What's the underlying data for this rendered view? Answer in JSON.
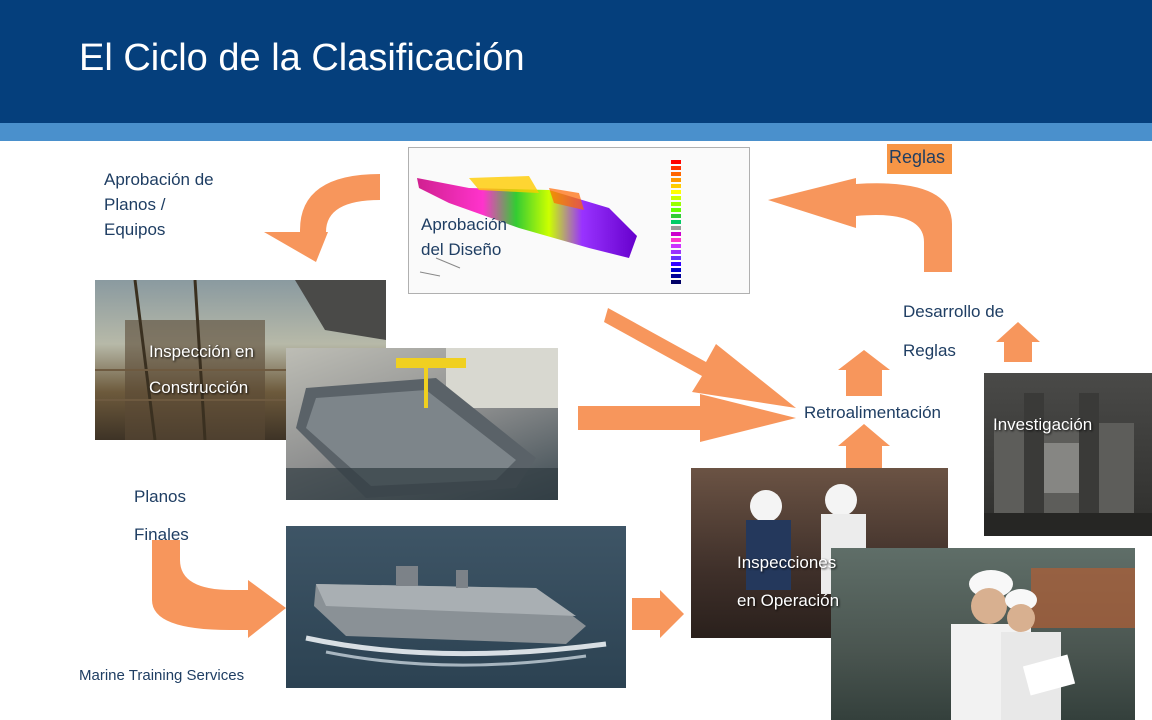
{
  "title": "El Ciclo de la Clasificación",
  "footer": "Marine Training Services",
  "labels": {
    "aprobacion_planos": [
      "Aprobación de",
      "Planos /",
      "Equipos"
    ],
    "aprobacion_diseno": [
      "Aprobación",
      "del Diseño"
    ],
    "reglas": "Reglas",
    "desarrollo": [
      "Desarrollo de",
      "Reglas"
    ],
    "inspeccion_construccion": [
      "Inspección en",
      "Construcción"
    ],
    "retroalimentacion": "Retroalimentación",
    "investigacion": "Investigación",
    "planos_finales": [
      "Planos",
      "Finales"
    ],
    "inspecciones_operacion": [
      "Inspecciones",
      "en Operación"
    ]
  },
  "colors": {
    "header": "#053f7c",
    "stripe": "#4a90cc",
    "arrow": "#f7965c",
    "text": "#1f3e63"
  }
}
